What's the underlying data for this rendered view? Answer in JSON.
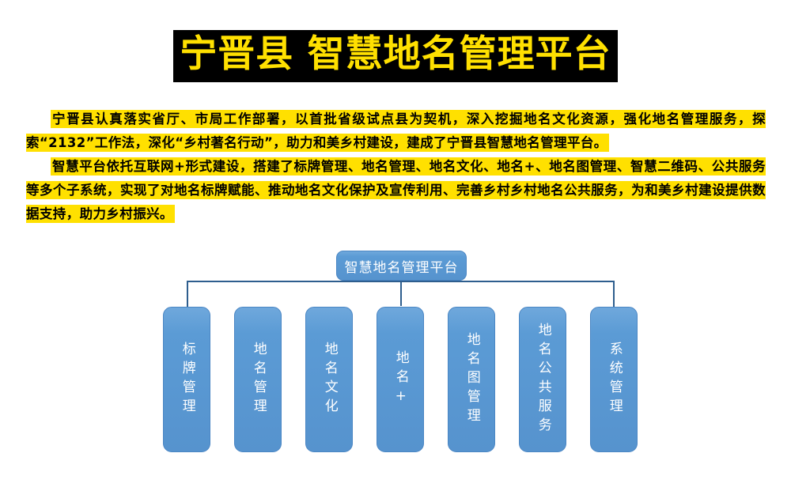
{
  "page": {
    "title": "宁晋县 智慧地名管理平台",
    "title_text_color": "#FFE000",
    "title_background_color": "#000000",
    "highlight_color": "#FFE000",
    "page_background_color": "#FFFFFF"
  },
  "intro": {
    "paragraphs": [
      "宁晋县认真落实省厅、市局工作部署，以首批省级试点县为契机，深入挖掘地名文化资源，强化地名管理服务，探索“2132”工作法，深化“乡村著名行动”，助力和美乡村建设，建成了宁晋县智慧地名管理平台。",
      "智慧平台依托互联网+形式建设，搭建了标牌管理、地名管理、地名文化、地名+、地名图管理、智慧二维码、公共服务等多个子系统，实现了对地名标牌赋能、推动地名文化保护及宣传利用、完善乡村乡村地名公共服务，为和美乡村建设提供数据支持，助力乡村振兴。"
    ]
  },
  "org_chart": {
    "node_fill_color": "#5B9BD5",
    "node_border_color": "#4A86C4",
    "connector_color": "#2E5E8E",
    "node_text_color": "#FFFFFF",
    "root": {
      "label": "智慧地名管理平台"
    },
    "children": [
      {
        "label": "标牌管理"
      },
      {
        "label": "地名管理"
      },
      {
        "label": "地名文化"
      },
      {
        "label": "地名+"
      },
      {
        "label": "地名图管理"
      },
      {
        "label": "地名公共服务"
      },
      {
        "label": "系统管理"
      }
    ]
  }
}
